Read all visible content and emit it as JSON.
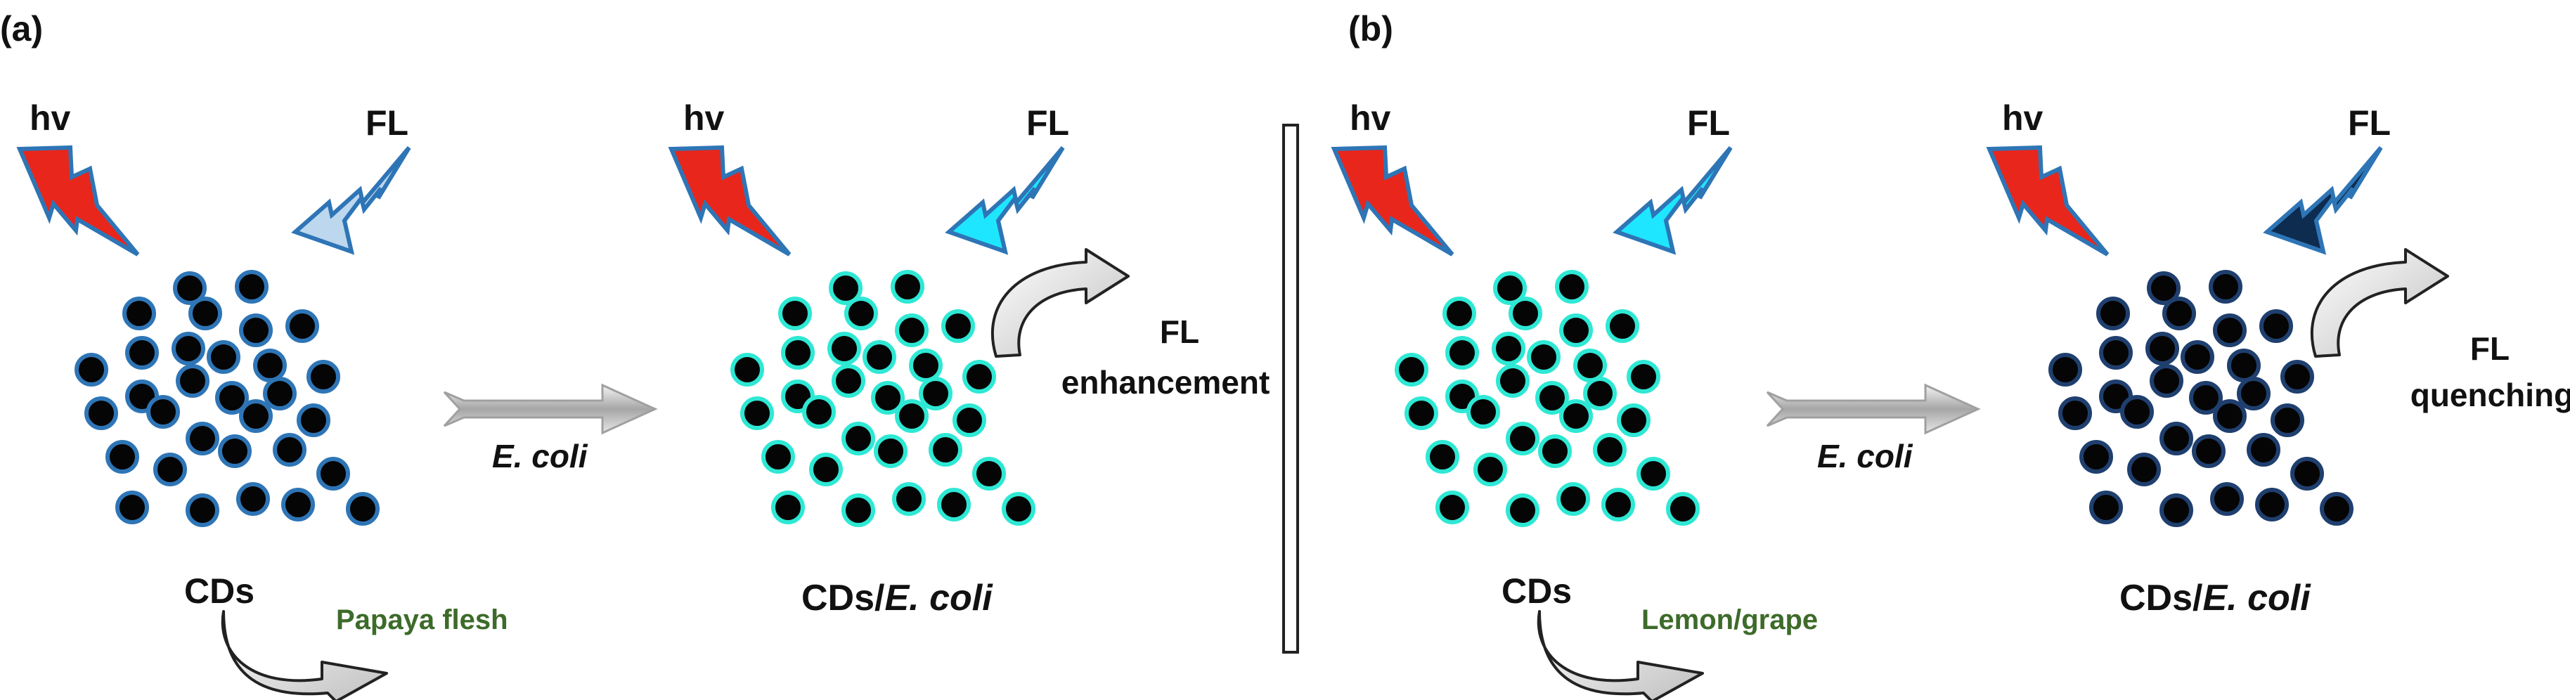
{
  "panels": [
    {
      "id": "a",
      "letter": "(a)",
      "excitation": "hv",
      "emission": "FL",
      "before_label": "CDs",
      "source_label": "Papaya flesh",
      "reagent": "E. coli",
      "after_label_prefix": "CDs/",
      "after_label_italic": "E. coli",
      "effect_line1": "FL",
      "effect_line2": "enhancement",
      "before_bolt_color": "#bdd7ee",
      "after_bolt_color": "#1fe6ff",
      "before_dot_ring": "#2e75b6",
      "after_dot_ring": "#2ee8d4"
    },
    {
      "id": "b",
      "letter": "(b)",
      "excitation": "hv",
      "emission": "FL",
      "before_label": "CDs",
      "source_label": "Lemon/grape",
      "reagent": "E. coli",
      "after_label_prefix": "CDs/",
      "after_label_italic": "E. coli",
      "effect_line1": "FL",
      "effect_line2": "quenching",
      "before_bolt_color": "#1fe6ff",
      "after_bolt_color": "#0d2c50",
      "before_dot_ring": "#2ee8d4",
      "after_dot_ring": "#1f3f6e"
    }
  ],
  "colors": {
    "excitation_bolt": "#e8261c",
    "bolt_outline": "#2e75b6",
    "dot_fill": "#050505",
    "reaction_arrow": "#bfbfbf",
    "curved_arrow": "#d0d0d0"
  },
  "icons": {
    "excitation": "lightning-bolt-icon",
    "emission": "lightning-bolt-icon",
    "reaction": "block-arrow-icon",
    "process": "curved-arrow-icon"
  }
}
